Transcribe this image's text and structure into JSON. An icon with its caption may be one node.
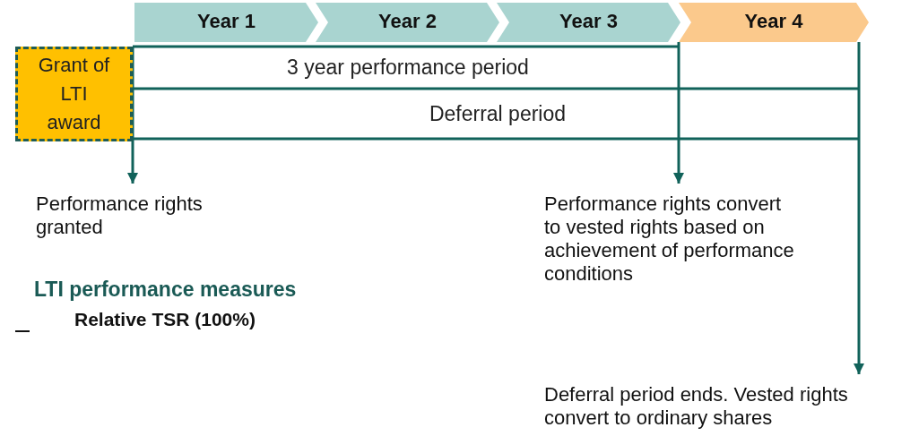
{
  "diagram": {
    "nodes": [
      {
        "text": [
          "Year 1"
        ]
      },
      {
        "text": [
          "Year 2"
        ]
      },
      {
        "text": [
          "Year 3"
        ]
      },
      {
        "text": [
          "Year 4"
        ]
      },
      {
        "text": [
          "Grant of LTI award"
        ]
      },
      {
        "text": [
          "3 year performance period"
        ]
      },
      {
        "text": [
          "Deferral period"
        ]
      },
      {
        "text": [
          "Performance rights granted"
        ]
      },
      {
        "text": [
          "Performance rights convert to vested rights based on achievement of performance conditions"
        ]
      },
      {
        "text": [
          "Deferral period ends. Vested rights convert to ordinary shares"
        ]
      }
    ],
    "edges": [
      {
        "from": 4,
        "to": 7,
        "arrow": "to"
      },
      {
        "from": 2,
        "to": 8,
        "arrow": "to"
      },
      {
        "from": 3,
        "to": 9,
        "arrow": "to"
      }
    ],
    "labels": [
      "LTI performance measures",
      "Relative TSR (100%)"
    ]
  }
}
